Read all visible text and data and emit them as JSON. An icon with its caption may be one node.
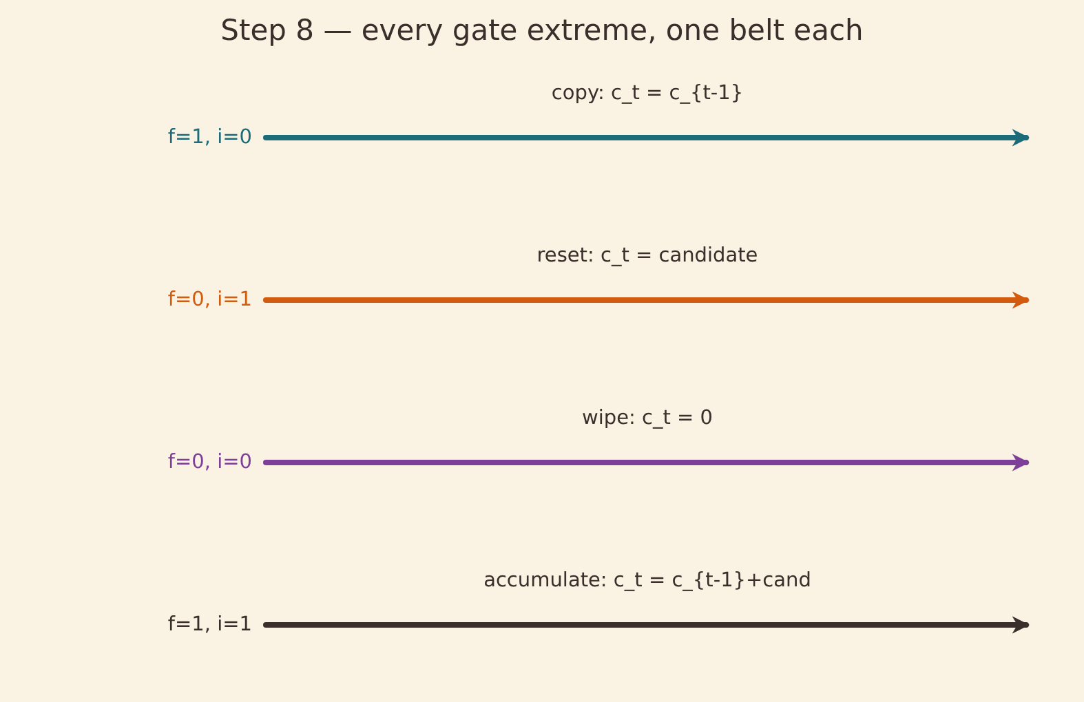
{
  "diagram": {
    "title": "Step 8 — every gate extreme, one belt each",
    "nodes": [
      {
        "text": [
          "f=1, i=0"
        ]
      },
      {
        "text": [
          "f=0, i=1"
        ]
      },
      {
        "text": [
          "f=0, i=0"
        ]
      },
      {
        "text": [
          "f=1, i=1"
        ]
      }
    ],
    "edges": [
      {
        "from": 0,
        "to": null,
        "arrow": "to",
        "label": "copy: c_t = c_{t-1}",
        "color": "#1b6b78"
      },
      {
        "from": 1,
        "to": null,
        "arrow": "to",
        "label": "reset: c_t = candidate",
        "color": "#d35b0e"
      },
      {
        "from": 2,
        "to": null,
        "arrow": "to",
        "label": "wipe: c_t = 0",
        "color": "#7d3f98"
      },
      {
        "from": 3,
        "to": null,
        "arrow": "to",
        "label": "accumulate: c_t = c_{t-1}+cand",
        "color": "#3a2f2a"
      }
    ]
  }
}
